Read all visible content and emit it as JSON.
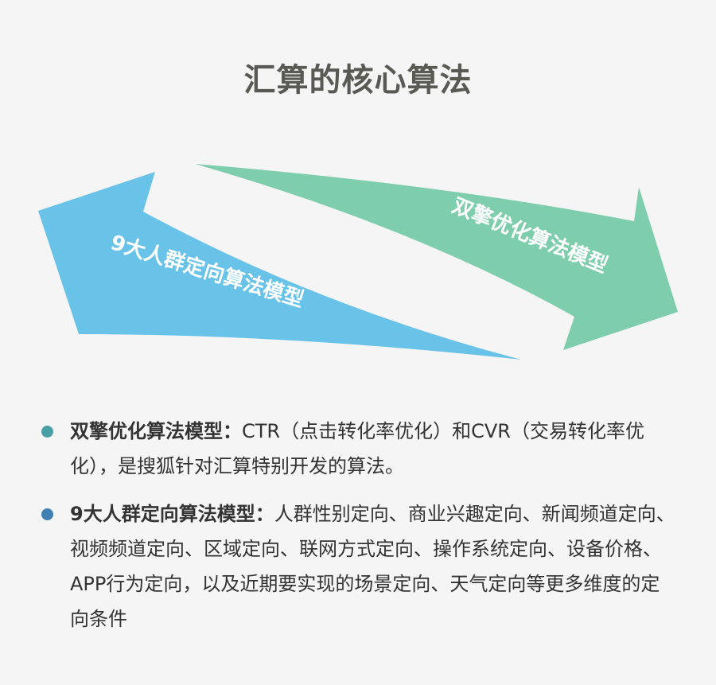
{
  "title": "汇算的核心算法",
  "diagram": {
    "arrow_left": {
      "label": "9大人群定向算法模型",
      "color": "#69c3e8"
    },
    "arrow_right": {
      "label": "双擎优化算法模型",
      "color": "#7ecead"
    }
  },
  "bullets": [
    {
      "title": "双擎优化算法模型：",
      "text": "CTR（点击转化率优化）和CVR（交易转化率优化），是搜狐针对汇算特别开发的算法。",
      "dot_color": "#4a9fa7"
    },
    {
      "title": "9大人群定向算法模型：",
      "text": "人群性别定向、商业兴趣定向、新闻频道定向、视频频道定向、区域定向、联网方式定向、操作系统定向、设备价格、APP行为定向，以及近期要实现的场景定向、天气定向等更多维度的定向条件",
      "dot_color": "#3f7fb2"
    }
  ]
}
